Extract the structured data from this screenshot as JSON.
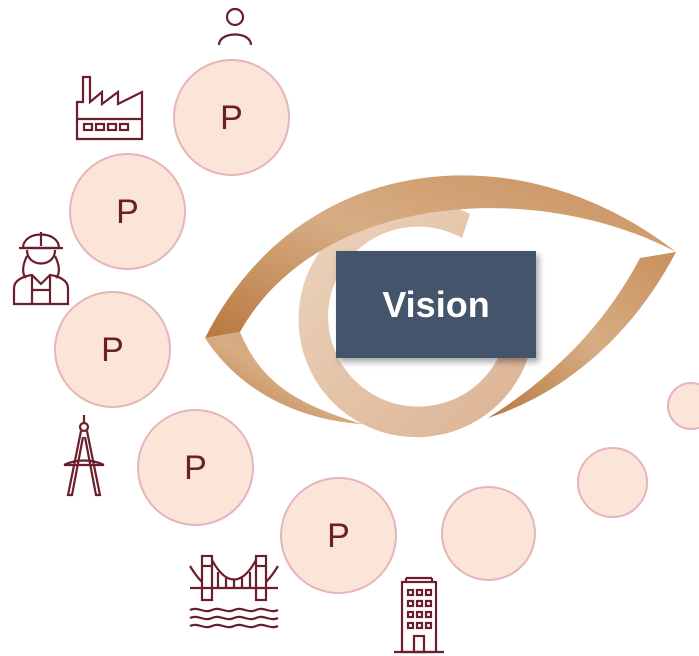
{
  "vision": {
    "label": "Vision"
  },
  "bubbles": [
    {
      "label": "P"
    },
    {
      "label": "P"
    },
    {
      "label": "P"
    },
    {
      "label": "P"
    },
    {
      "label": "P"
    },
    {
      "label": ""
    },
    {
      "label": ""
    },
    {
      "label": ""
    }
  ],
  "icons": [
    "person-icon",
    "factory-icon",
    "worker-icon",
    "compass-icon",
    "bridge-icon",
    "building-icon"
  ],
  "colors": {
    "bubble_fill": "#fbe5d8",
    "bubble_border": "#e6b4b9",
    "bubble_text": "#6b1f2c",
    "icon_color": "#6b1f2c",
    "eye_outer": "#c8935f",
    "eye_iris": "#e8c8ab",
    "vision_box": "#44546a",
    "vision_text": "#ffffff"
  }
}
